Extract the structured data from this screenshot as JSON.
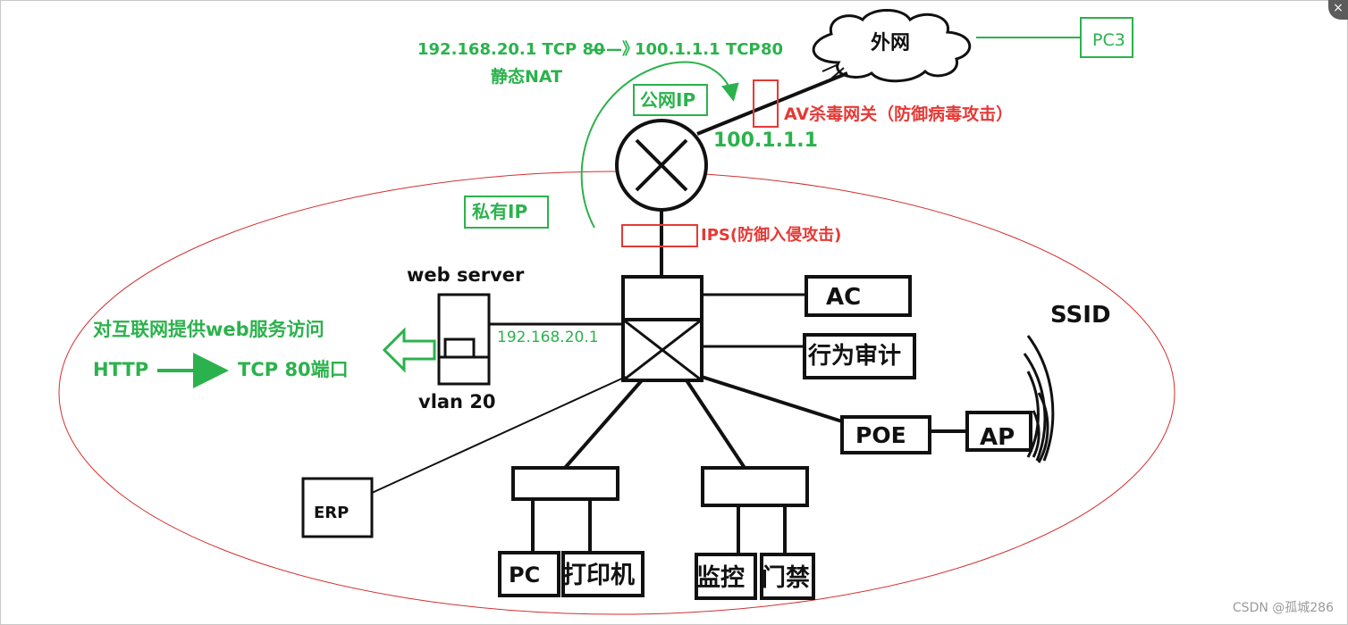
{
  "colors": {
    "green": "#2bb24c",
    "red": "#e53935",
    "black": "#111111",
    "ellipse": "#d32f2f"
  },
  "nat": {
    "mapping_left": "192.168.20.1 TCP 80",
    "arrow": "——》",
    "mapping_right": "100.1.1.1 TCP",
    "port": "80",
    "label": "静态NAT"
  },
  "internet": {
    "label": "外网"
  },
  "pc3": {
    "label": "PC3"
  },
  "public_ip": {
    "label": "公网IP",
    "address": "100.1.1.1"
  },
  "private_ip": {
    "label": "私有IP"
  },
  "av_gateway": {
    "label": "AV杀毒网关（防御病毒攻击）"
  },
  "ips": {
    "label": "IPS(防御入侵攻击)"
  },
  "web_server": {
    "label": "web server",
    "vlan": "vlan 20",
    "ip": "192.168.20.1"
  },
  "web_service": {
    "title": "对互联网提供web服务访问",
    "http": "HTTP",
    "tcp": "TCP 80端口"
  },
  "devices": {
    "ac": "AC",
    "audit": "行为审计",
    "poe": "POE",
    "ap": "AP",
    "ssid": "SSID",
    "erp": "ERP",
    "pc": "PC",
    "printer": "打印机",
    "monitor": "监控",
    "access": "门禁"
  },
  "watermark": "CSDN @孤城286",
  "close_icon": "close-icon"
}
